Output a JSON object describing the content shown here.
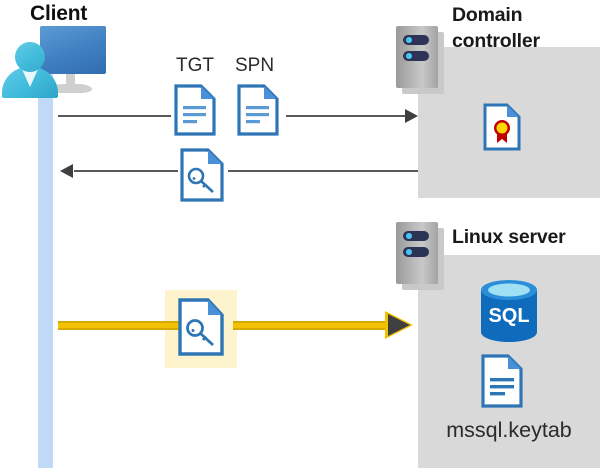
{
  "diagram": {
    "title": "Kerberos authentication flow between client, domain controller and Linux server",
    "background": "#ffffff",
    "colors": {
      "panel_gray": "#d9d9d9",
      "lifeline_blue": "#bfd9f7",
      "highlight_yellow": "#fdf3cd",
      "arrow_yellow": "#f2c200",
      "arrow_gray": "#595959",
      "doc_blue": "#2e75b6",
      "sql_blue": "#0f6cbd",
      "seal_red": "#c00000",
      "seal_gold": "#ffd700"
    }
  },
  "actors": {
    "client": {
      "label": "Client",
      "icon": "user-workstation-icon"
    },
    "domain_controller": {
      "label": "Domain controller",
      "label_line1": "Domain",
      "label_line2": "controller",
      "icon": "server-rack-icon",
      "contents": [
        {
          "name": "certificate-document-icon",
          "label": ""
        }
      ]
    },
    "linux_server": {
      "label": "Linux server",
      "icon": "server-rack-icon",
      "contents": [
        {
          "name": "sql-database-icon",
          "label": "SQL"
        },
        {
          "name": "keytab-document-icon",
          "label": "mssql.keytab"
        }
      ]
    }
  },
  "messages": [
    {
      "id": "request",
      "direction": "right",
      "from": "client",
      "to": "domain_controller",
      "style": "thin-gray",
      "artifacts": [
        {
          "label": "TGT",
          "icon": "text-document-icon"
        },
        {
          "label": "SPN",
          "icon": "text-document-icon"
        }
      ]
    },
    {
      "id": "response",
      "direction": "left",
      "from": "domain_controller",
      "to": "client",
      "style": "thin-gray",
      "artifacts": [
        {
          "label": "",
          "icon": "key-document-icon"
        }
      ]
    },
    {
      "id": "service-ticket",
      "direction": "right",
      "from": "client",
      "to": "linux_server",
      "style": "thick-yellow-highlighted",
      "highlighted": true,
      "artifacts": [
        {
          "label": "",
          "icon": "key-document-icon"
        }
      ]
    }
  ],
  "labels": {
    "tgt": "TGT",
    "spn": "SPN",
    "sql": "SQL",
    "keytab_file": "mssql.keytab",
    "client": "Client",
    "domain_line1": "Domain",
    "domain_line2": "controller",
    "linux": "Linux server"
  }
}
